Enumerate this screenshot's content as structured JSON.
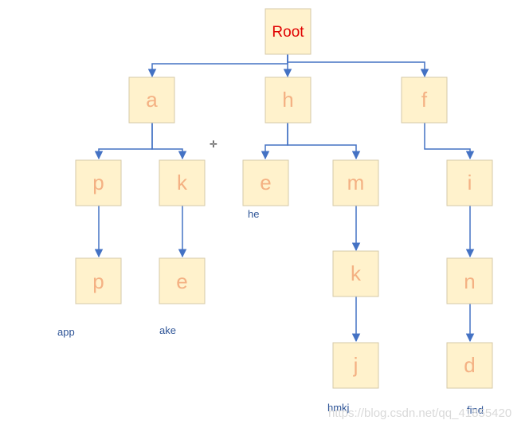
{
  "nodes": {
    "root": "Root",
    "a": "a",
    "h": "h",
    "f": "f",
    "p1": "p",
    "k1": "k",
    "e1": "e",
    "m": "m",
    "i": "i",
    "p2": "p",
    "e2": "e",
    "k2": "k",
    "n": "n",
    "j": "j",
    "d": "d"
  },
  "words": {
    "app": "app",
    "ake": "ake",
    "he": "he",
    "hmkj": "hmkj",
    "find": "find"
  },
  "watermark": "https://blog.csdn.net/qq_41855420",
  "colors": {
    "node_fill": "#fff2cc",
    "node_text": "#f4b183",
    "root_text": "#e00000",
    "edge": "#4472c4",
    "word_text": "#2f5597"
  }
}
